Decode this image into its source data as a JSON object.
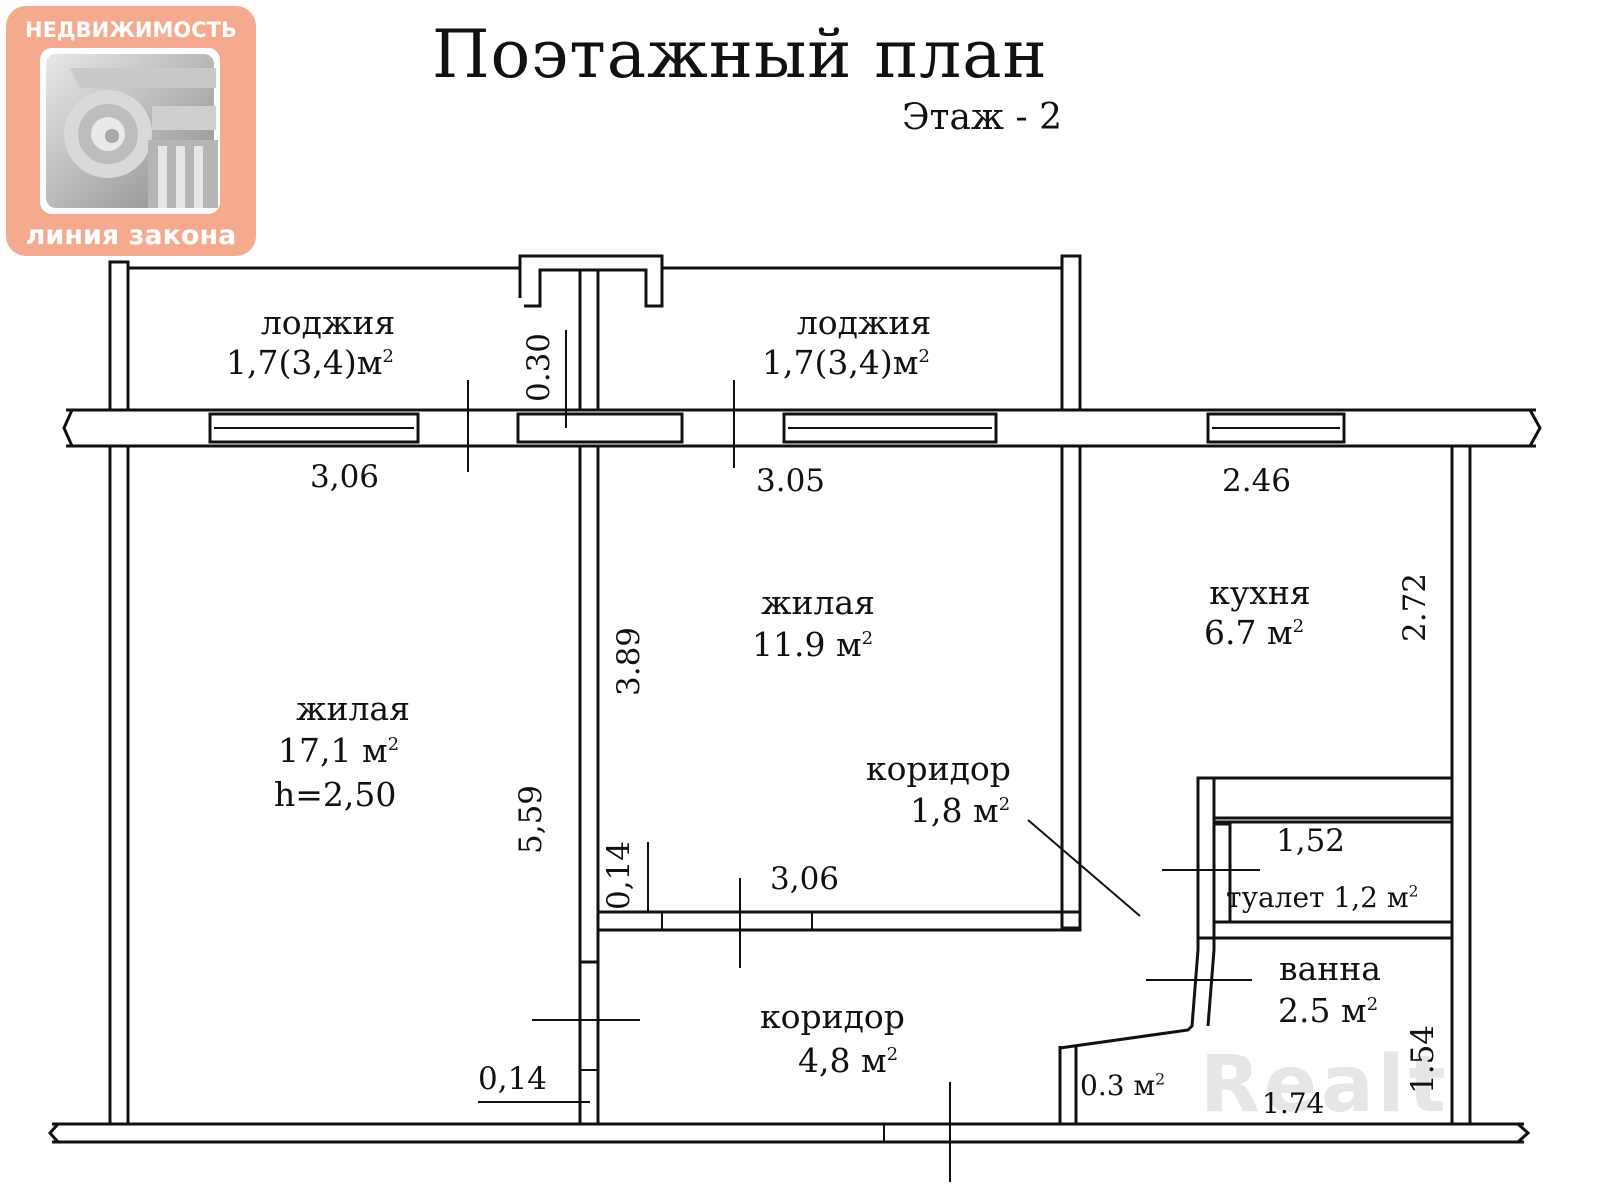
{
  "header": {
    "title": "Поэтажный план",
    "floor": "Этаж - 2"
  },
  "logo": {
    "top_text": "НЕДВИЖИМОСТЬ",
    "bottom_text": "линия закона"
  },
  "watermark": "Realt",
  "rooms": {
    "loggia_left": {
      "name": "лоджия",
      "area": "1,7(3,4)м",
      "unit_sup": "2"
    },
    "loggia_right": {
      "name": "лоджия",
      "area": "1,7(3,4)м",
      "unit_sup": "2"
    },
    "living_large": {
      "name": "жилая",
      "area": "17,1 м",
      "unit_sup": "2",
      "height": "h=2,50"
    },
    "living_middle": {
      "name": "жилая",
      "area": "11.9 м",
      "unit_sup": "2"
    },
    "kitchen": {
      "name": "кухня",
      "area": "6.7 м",
      "unit_sup": "2"
    },
    "corridor_small": {
      "name": "коридор",
      "area": "1,8 м",
      "unit_sup": "2"
    },
    "corridor_main": {
      "name": "коридор",
      "area": "4,8 м",
      "unit_sup": "2"
    },
    "toilet": {
      "label": "туалет 1,2 м",
      "unit_sup": "2"
    },
    "bath": {
      "name": "ванна",
      "area": "2.5 м",
      "unit_sup": "2"
    },
    "closet": {
      "area": "0.3 м",
      "unit_sup": "2"
    }
  },
  "dimensions": {
    "loggia_depth": "0.30",
    "width_left": "3,06",
    "width_middle": "3.05",
    "width_kitchen": "2.46",
    "height_kitchen": "2.72",
    "height_middle": "3.89",
    "height_left": "5,59",
    "wall_thickness_upper": "0,14",
    "width_middle_bottom": "3,06",
    "toilet_width": "1,52",
    "wall_thickness_lower": "0,14",
    "bath_width": "1.74",
    "bath_height": "1.54"
  }
}
